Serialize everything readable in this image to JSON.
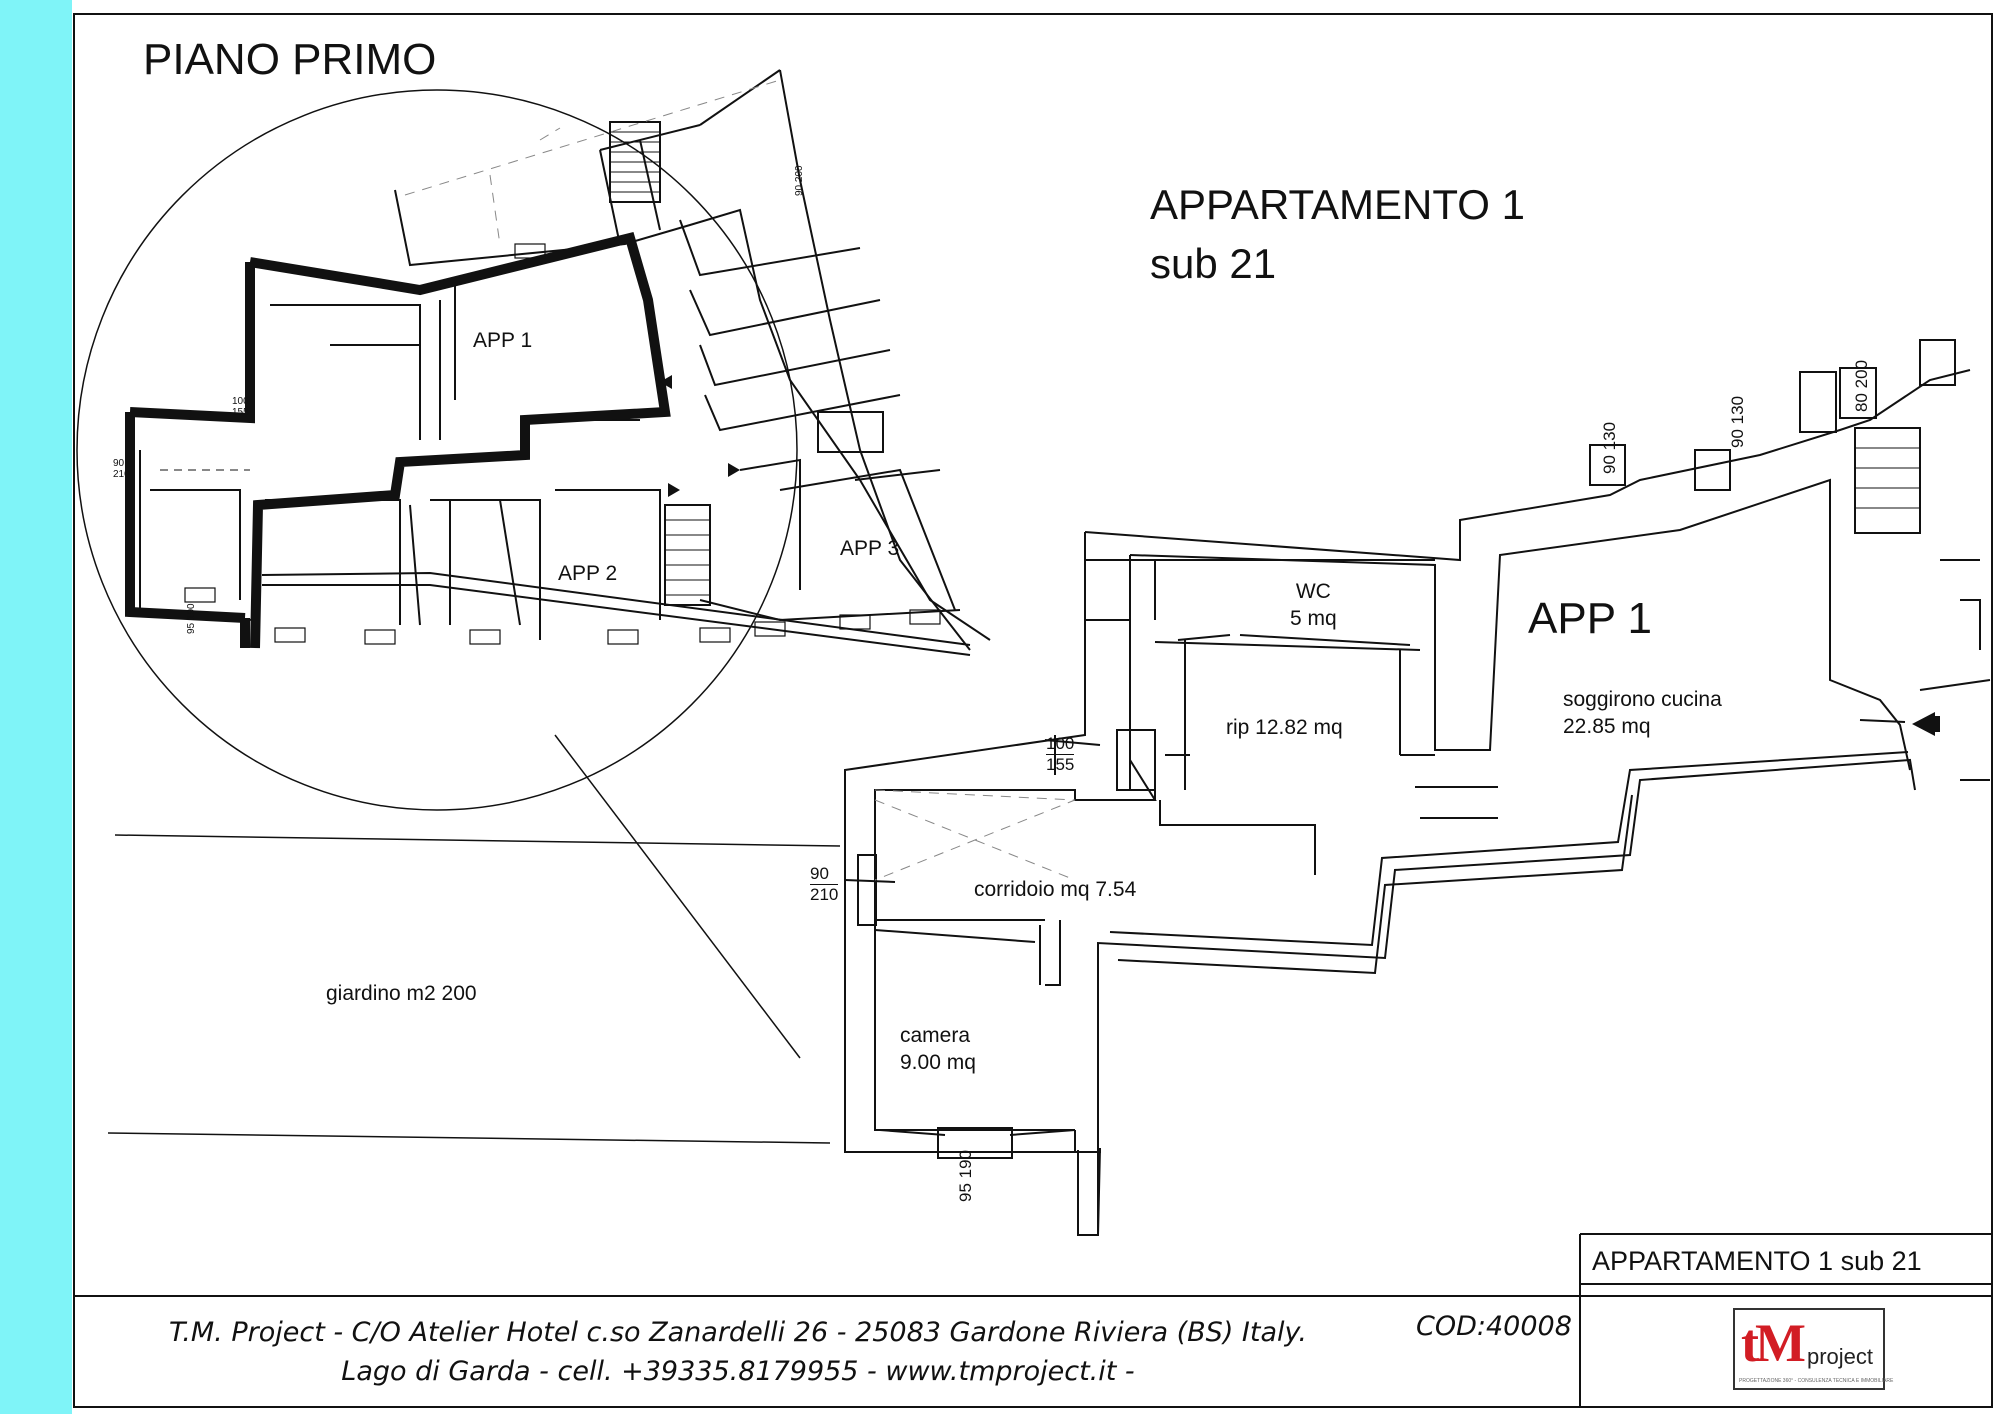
{
  "drawing": {
    "floor_title": "PIANO PRIMO",
    "heading_line1": "APPARTAMENTO 1",
    "heading_line2": "sub 21"
  },
  "plan": {
    "unit_label": "APP 1",
    "rooms": {
      "wc_name": "WC",
      "wc_area": "5 mq",
      "rip": "rip  12.82 mq",
      "soggiorno_name": "soggirono cucina",
      "soggiorno_area": "22.85 mq",
      "corridoio": "corridoio  mq 7.54",
      "camera_name": "camera",
      "camera_area": "9.00 mq",
      "giardino": "giardino m2 200"
    },
    "dimensions": {
      "door1_w": "100",
      "door1_h": "155",
      "door2_w": "90",
      "door2_h": "210",
      "win_camera_w": "95",
      "win_camera_h": "190",
      "win_a_w": "90",
      "win_a_h": "130",
      "win_b_w": "90",
      "win_b_h": "130",
      "win_c_w": "80",
      "win_c_h": "200"
    }
  },
  "key_plan": {
    "labels": [
      "APP 1",
      "APP 2",
      "APP 3"
    ],
    "dims": [
      "95",
      "190",
      "90",
      "200",
      "100",
      "155",
      "90",
      "210"
    ]
  },
  "title_block": {
    "box_title": "APPARTAMENTO 1  sub 21",
    "address_line1": "T.M. Project - C/O Atelier Hotel c.so Zanardelli 26 - 25083 Gardone Riviera (BS) Italy.",
    "address_line2": "Lago di Garda - cell. +39335.8179955  - www.tmproject.it -",
    "code": "COD:40008"
  },
  "logo": {
    "mark": "tM",
    "word": "project",
    "tagline": "PROGETTAZIONE 360° - CONSULENZA TECNICA E IMMOBILIARE"
  },
  "colors": {
    "stripe": "#7ff4f8",
    "line": "#111111",
    "logo_red": "#d21d24"
  }
}
